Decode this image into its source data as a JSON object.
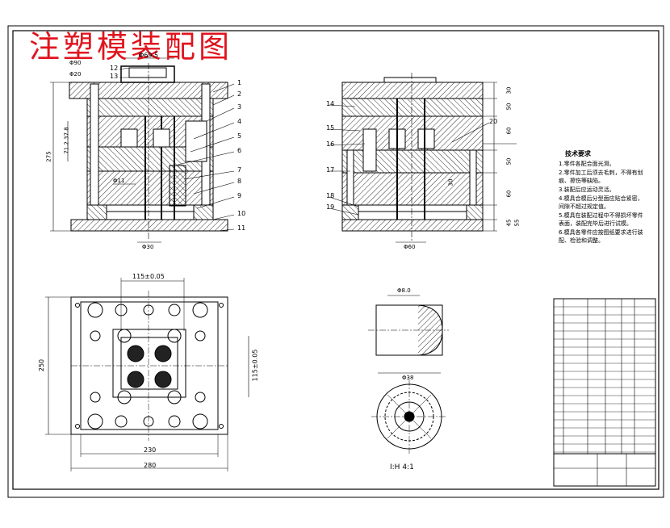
{
  "drawing": {
    "title": "注塑模装配图",
    "scale_note": "I:H  4:1"
  },
  "dims": {
    "top_small_1": "Φ90",
    "top_small_2": "Φ20",
    "top_width": "Φ69.5",
    "left_height": "275",
    "left_mid": "71.2  37.8",
    "mid_label": "Φ11",
    "bottom_a": "Φ30",
    "bottom_b": "Φ60",
    "right_v1": "30",
    "right_v2": "50",
    "right_v3": "60",
    "right_v4": "50",
    "right_v5": "60",
    "right_v6": "45",
    "right_v7": "55",
    "right_v8": "30",
    "plan_top": "115±0.05",
    "plan_right": "115±0.05",
    "plan_height": "250",
    "plan_bottom1": "230",
    "plan_bottom2": "280",
    "detail_top": "Φ8.0",
    "detail_width": "Φ38"
  },
  "callouts": [
    "1",
    "2",
    "3",
    "4",
    "5",
    "6",
    "7",
    "8",
    "9",
    "10",
    "11",
    "12",
    "13",
    "14",
    "15",
    "16",
    "17",
    "18",
    "19",
    "20"
  ],
  "tech_requirements": {
    "heading": "技术要求",
    "items": [
      "1.零件各配合面光滑。",
      "2.零件加工后须去毛刺，不得有划痕、擦伤等缺陷。",
      "3.装配后应运动灵活。",
      "4.模具合模后分型面应贴合紧密，间隙不超过规定值。",
      "5.模具在装配过程中不得损坏零件表面，装配完毕后进行试模。",
      "6.模具各零件应按图纸要求进行装配、检验和调整。"
    ]
  },
  "colors": {
    "title": "#e0141e",
    "line": "#000000",
    "hatch": "#000000"
  }
}
